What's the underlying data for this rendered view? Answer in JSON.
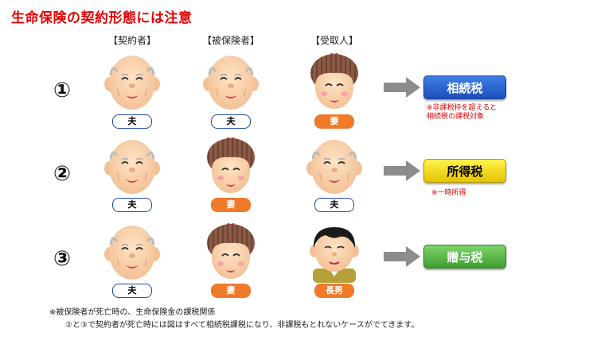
{
  "title": "生命保険の契約形態には注意",
  "columns": {
    "policyholder": "【契約者】",
    "insured": "【被保険者】",
    "beneficiary": "【受取人】"
  },
  "rows": [
    {
      "number": "①",
      "people": [
        {
          "label": "夫",
          "label_style": "male"
        },
        {
          "label": "夫",
          "label_style": "male"
        },
        {
          "label": "妻",
          "label_style": "female"
        }
      ],
      "tax": {
        "label": "相続税",
        "color": "#2a62d0"
      },
      "note": [
        "※非課税枠を超えると",
        "相続税の課税対象"
      ]
    },
    {
      "number": "②",
      "people": [
        {
          "label": "夫",
          "label_style": "male"
        },
        {
          "label": "妻",
          "label_style": "female"
        },
        {
          "label": "夫",
          "label_style": "male"
        }
      ],
      "tax": {
        "label": "所得税",
        "color": "#f5d90a"
      },
      "note": [
        "※一時所得"
      ]
    },
    {
      "number": "③",
      "people": [
        {
          "label": "夫",
          "label_style": "male"
        },
        {
          "label": "妻",
          "label_style": "female"
        },
        {
          "label": "長男",
          "label_style": "female"
        }
      ],
      "tax": {
        "label": "贈与税",
        "color": "#4fb43a"
      },
      "note": []
    }
  ],
  "footnote": {
    "line1": "※被保険者が死亡時の、生命保険金の課税関係",
    "line2": "②と③で契約者が死亡時には図はすべて相続税課税になり、非課税もとれないケースがでてきます。"
  }
}
